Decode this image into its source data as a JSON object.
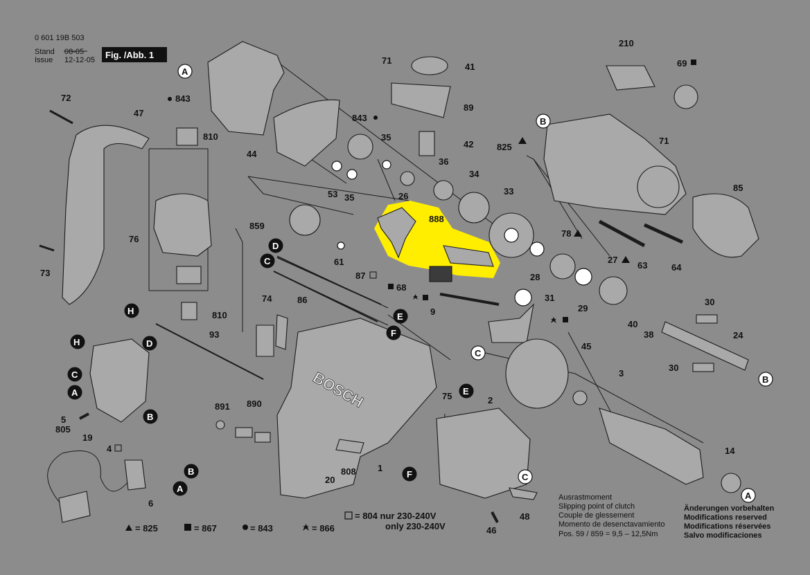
{
  "header": {
    "part_number": "0 601 19B 503",
    "stand_label": "Stand",
    "stand_value": "08-05",
    "issue_label": "Issue",
    "issue_value": "12-12-05",
    "figure_label": "Fig. /Abb. 1"
  },
  "callouts": {
    "c210": "210",
    "c69": "69",
    "c41": "41",
    "c71a": "71",
    "c89": "89",
    "c42": "42",
    "c843a": "843",
    "c843b": "843",
    "c72": "72",
    "c47": "47",
    "c810a": "810",
    "c44": "44",
    "c35a": "35",
    "c36": "36",
    "c53": "53",
    "c35b": "35",
    "c26": "26",
    "c34": "34",
    "c33": "33",
    "c825": "825",
    "c71b": "71",
    "c85": "85",
    "c76": "76",
    "c859": "859",
    "c61": "61",
    "c888": "888",
    "c78": "78",
    "c27": "27",
    "c63": "63",
    "c64": "64",
    "c73": "73",
    "c87": "87",
    "c68": "68",
    "c28": "28",
    "c31": "31",
    "c29": "29",
    "c40": "40",
    "c38": "38",
    "c30a": "30",
    "c24": "24",
    "c30b": "30",
    "c74": "74",
    "c86": "86",
    "c9": "9",
    "c810b": "810",
    "c93": "93",
    "c45": "45",
    "c3": "3",
    "c891": "891",
    "c890": "890",
    "c75": "75",
    "c2": "2",
    "c5": "5",
    "c805": "805",
    "c19": "19",
    "c4": "4",
    "c20": "20",
    "c808": "808",
    "c1": "1",
    "c14": "14",
    "c6": "6",
    "c46": "46",
    "c48": "48"
  },
  "letters": {
    "A": "A",
    "B": "B",
    "C": "C",
    "D": "D",
    "E": "E",
    "F": "F",
    "H": "H"
  },
  "footnote_804": {
    "line1": "= 804 nur 230-240V",
    "line2": "only 230-240V"
  },
  "legend": [
    {
      "symbol": "triangle",
      "text": "= 825"
    },
    {
      "symbol": "square",
      "text": "= 867"
    },
    {
      "symbol": "dot",
      "text": "= 843"
    },
    {
      "symbol": "star",
      "text": "= 866"
    }
  ],
  "clutch_note": {
    "lines": [
      "Ausrastmoment",
      "Slipping point of clutch",
      "Couple de glessement",
      "Momento de desenctavamiento",
      "Pos.  59 / 859  =   9,5  –  12,5Nm"
    ]
  },
  "changes_note": {
    "lines": [
      "Änderungen vorbehalten",
      "Modifications reserved",
      "Modifications réservées",
      "Salvo modificaciones"
    ]
  },
  "highlight_color": "#ffee00",
  "brand_text": "BOSCH"
}
